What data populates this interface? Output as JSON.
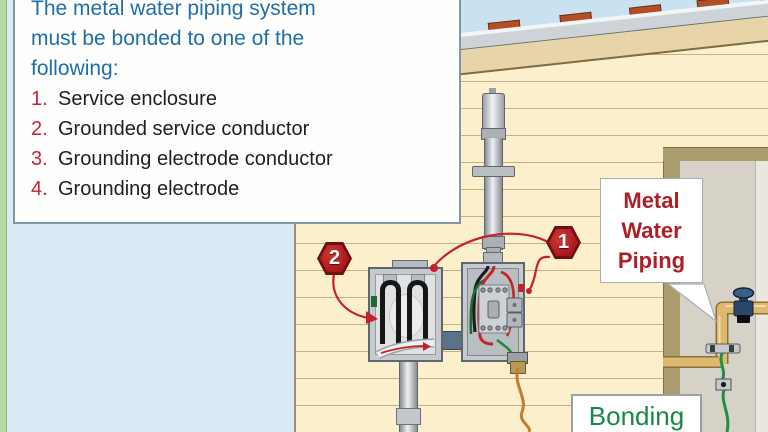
{
  "note_box": {
    "heading": "The metal water piping system\nmust be bonded to one of the\nfollowing:",
    "items": [
      {
        "num": "1.",
        "label": "Service enclosure"
      },
      {
        "num": "2.",
        "label": "Grounded service conductor"
      },
      {
        "num": "3.",
        "label": "Grounding electrode conductor"
      },
      {
        "num": "4.",
        "label": "Grounding electrode"
      }
    ]
  },
  "markers": {
    "service_enclosure_badge": "1",
    "grounded_conductor_badge": "2"
  },
  "callouts": {
    "water_piping": "Metal\nWater\nPiping",
    "bonding": "Bonding"
  },
  "colors": {
    "heading_blue": "#1d6fa8",
    "list_number_red": "#c32433",
    "badge_red": "#b01c24",
    "pointer_red": "#c5202c",
    "callout_red": "#ad1f27",
    "bonding_green": "#168a45",
    "bond_wire_green": "#1d9048",
    "copper_wire": "#bf7d32",
    "pipe_brass": "#dcb96e",
    "sky_blue": "#c8e2f2",
    "left_background_blue": "#d8ebf6",
    "siding_yellow": "#fbefcc",
    "accent_strip_green": "#b5d9a6"
  }
}
